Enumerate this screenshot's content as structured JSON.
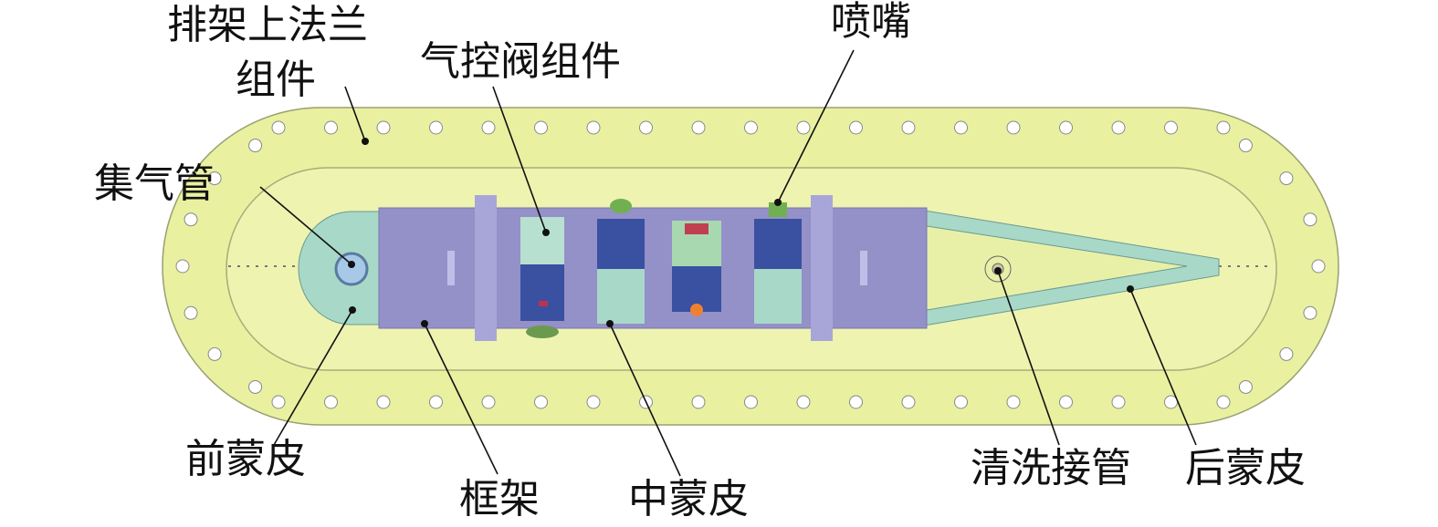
{
  "labels": {
    "flange_line1": "排架上法兰",
    "flange_line2": "组件",
    "valve": "气控阀组件",
    "nozzle": "喷嘴",
    "manifold": "集气管",
    "front_skin": "前蒙皮",
    "frame": "框架",
    "middle_skin": "中蒙皮",
    "wash_pipe": "清洗接管",
    "rear_skin": "后蒙皮"
  },
  "colors": {
    "flange": "#e9f0a0",
    "frame": "#9490c8",
    "component": "#3a50a0",
    "skin": "#a8d8c8"
  }
}
